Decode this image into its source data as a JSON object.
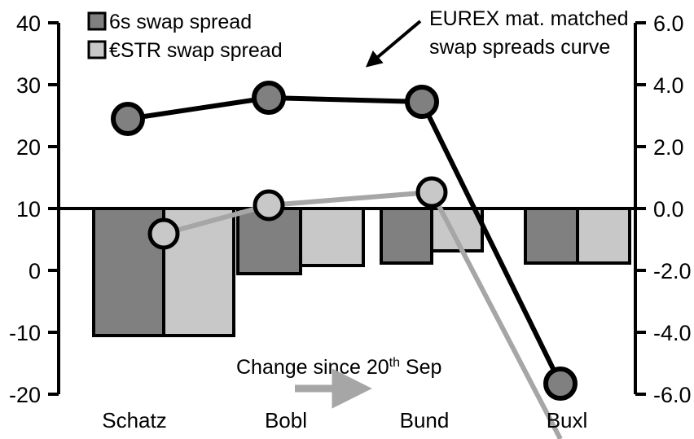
{
  "chart_data": {
    "type": "bar",
    "title": "",
    "categories": [
      "Schatz",
      "Bobl",
      "Bund",
      "Buxl"
    ],
    "series": [
      {
        "name": "6s swap spread",
        "axis": "right",
        "type": "bar",
        "color": "#808080",
        "values": [
          -4.1,
          -2.0,
          -1.6,
          -1.2
        ]
      },
      {
        "name": "€STR swap spread",
        "axis": "right",
        "type": "bar",
        "color": "#c8c8c8",
        "values": [
          -4.1,
          -1.75,
          -1.25,
          -1.2
        ]
      },
      {
        "name": "EUREX mat. matched swap spreads curve",
        "axis": "left",
        "type": "line",
        "color": "#000000",
        "marker_fill": "#808080",
        "values": [
          24.5,
          28.0,
          27.3,
          -18.2
        ]
      },
      {
        "name": "Change since 20th Sep",
        "axis": "left",
        "type": "line",
        "color": "#a6a6a6",
        "marker_fill": "#c8c8c8",
        "values": [
          6.0,
          10.5,
          12.7,
          -24.0
        ]
      }
    ],
    "left_axis": {
      "ticks": [
        40,
        30,
        20,
        10,
        0,
        -10,
        -20
      ],
      "tick_labels": [
        "40",
        "30",
        "20",
        "10",
        "0",
        "-10",
        "-20"
      ],
      "ylim": [
        -20,
        40
      ],
      "label": ""
    },
    "right_axis": {
      "ticks": [
        6.0,
        4.0,
        2.0,
        0.0,
        -2.0,
        -4.0,
        -6.0
      ],
      "tick_labels": [
        "6.0",
        "4.0",
        "2.0",
        "0.0",
        "-2.0",
        "-4.0",
        "-6.0"
      ],
      "ylim": [
        -6.0,
        6.0
      ],
      "label": ""
    },
    "xlabel": "",
    "grid": false,
    "legend_position": "top-left"
  },
  "legend": {
    "items": [
      {
        "label": "6s swap spread",
        "swatch": "#808080"
      },
      {
        "label": "€STR swap spread",
        "swatch": "#c8c8c8"
      }
    ]
  },
  "annotations": {
    "curve_callout": {
      "line1": "EUREX mat. matched",
      "line2": "swap spreads curve"
    },
    "change_note": {
      "prefix": "Change since 20",
      "sup": "th",
      "suffix": " Sep"
    }
  },
  "colors": {
    "dark_bar": "#808080",
    "light_bar": "#c8c8c8",
    "black_line": "#000000",
    "gray_line": "#a6a6a6",
    "axis": "#000000",
    "background": "#ffffff"
  }
}
